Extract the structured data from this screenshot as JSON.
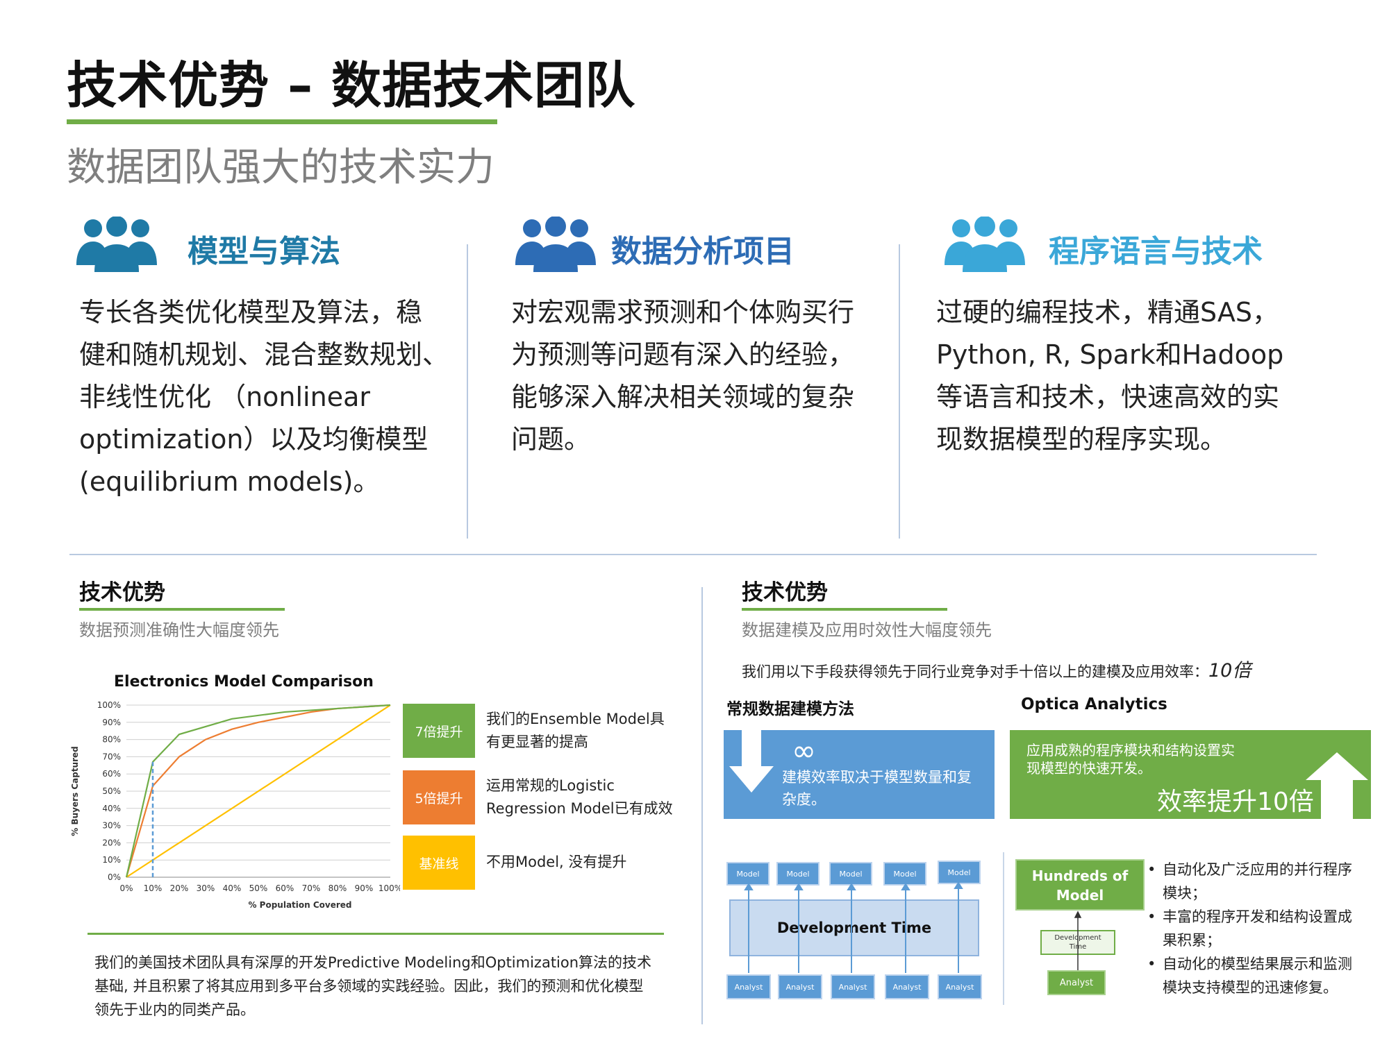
{
  "header": {
    "title": "技术优势 – 数据技术团队",
    "subtitle": "数据团队强大的技术实力"
  },
  "columns": [
    {
      "icon": "people-group-icon",
      "color": "#1f7aa6",
      "heading": "模型与算法",
      "lines": [
        "专长各类优化模型及算法，稳",
        "健和随机规划、混合整数规划、",
        "非线性优化 （nonlinear",
        "optimization）以及均衡模型",
        "(equilibrium models)。"
      ]
    },
    {
      "icon": "people-group-icon",
      "color": "#2d6cb5",
      "heading": "数据分析项目",
      "lines": [
        "对宏观需求预测和个体购买行",
        "为预测等问题有深入的经验，",
        "能够深入解决相关领域的复杂",
        "问题。"
      ]
    },
    {
      "icon": "people-group-icon",
      "color": "#3aa7d8",
      "heading": "程序语言与技术",
      "lines": [
        "过硬的编程技术，精通SAS，",
        "Python, R, Spark和Hadoop",
        "等语言和技术，快速高效的实",
        "现数据模型的程序实现。"
      ]
    }
  ],
  "left_panel": {
    "title": "技术优势",
    "subtitle": "数据预测准确性大幅度领先",
    "badges": [
      {
        "label": "7倍提升",
        "color": "#70ad47",
        "desc_lines": [
          "我们的Ensemble Model具",
          "有更显著的提高"
        ]
      },
      {
        "label": "5倍提升",
        "color": "#ed7d31",
        "desc_lines": [
          "运用常规的Logistic",
          "Regression Model已有成效"
        ]
      },
      {
        "label": "基准线",
        "color": "#ffc000",
        "desc_lines": [
          "不用Model, 没有提升"
        ]
      }
    ],
    "paragraph_lines": [
      "我们的美国技术团队具有深厚的开发Predictive Modeling和Optimization算法的技术",
      "基础, 并且积累了将其应用到多平台多领域的实践经验。因此，我们的预测和优化模型",
      "领先于业内的同类产品。"
    ]
  },
  "chart_data": {
    "type": "line",
    "title": "Electronics Model Comparison",
    "xlabel": "% Population Covered",
    "ylabel": "% Buyers Captured",
    "xlim": [
      0,
      100
    ],
    "ylim": [
      0,
      100
    ],
    "x_ticks": [
      "0%",
      "10%",
      "20%",
      "30%",
      "40%",
      "50%",
      "60%",
      "70%",
      "80%",
      "90%",
      "100%"
    ],
    "y_ticks": [
      "0%",
      "10%",
      "20%",
      "30%",
      "40%",
      "50%",
      "60%",
      "70%",
      "80%",
      "90%",
      "100%"
    ],
    "grid": true,
    "series": [
      {
        "color": "#70ad47",
        "x": [
          0,
          10,
          20,
          40,
          60,
          80,
          100
        ],
        "y": [
          0,
          67,
          83,
          92,
          96,
          98,
          100
        ]
      },
      {
        "color": "#ed7d31",
        "x": [
          0,
          10,
          20,
          30,
          40,
          50,
          60,
          70,
          80,
          90,
          100
        ],
        "y": [
          0,
          53,
          70,
          80,
          86,
          90,
          93,
          96,
          98,
          99,
          100
        ]
      },
      {
        "color": "#ffc000",
        "x": [
          0,
          100
        ],
        "y": [
          0,
          100
        ]
      }
    ],
    "marker_x": 10,
    "marker_color": "#5b9bd5"
  },
  "right_panel": {
    "title": "技术优势",
    "subtitle": "数据建模及应用时效性大幅度领先",
    "intro": "我们用以下手段获得领先于同行业竞争对手十倍以上的建模及应用效率：",
    "intro_em": "10倍",
    "left_heading": "常规数据建模方法",
    "right_heading": "Optica Analytics",
    "blue_box": {
      "symbol": "∞",
      "lines": [
        "建模效率取决于模型数量和复",
        "杂度。"
      ]
    },
    "green_box": {
      "lines": [
        "应用成熟的程序模块和结构设置实",
        "现模型的快速开发。"
      ],
      "big": "效率提升10倍"
    },
    "model_label": "Model",
    "analyst_label": "Analyst",
    "dev_time": "Development Time",
    "hundreds_lines": [
      "Hundreds of",
      "Model"
    ],
    "dev_small_lines": [
      "Development",
      "Time"
    ],
    "bullets": [
      [
        "自动化及广泛应用的并行程序",
        "模块；"
      ],
      [
        "丰富的程序开发和结构设置成",
        "果积累；"
      ],
      [
        "自动化的模型结果展示和监测",
        "模块支持模型的迅速修复。"
      ]
    ]
  }
}
